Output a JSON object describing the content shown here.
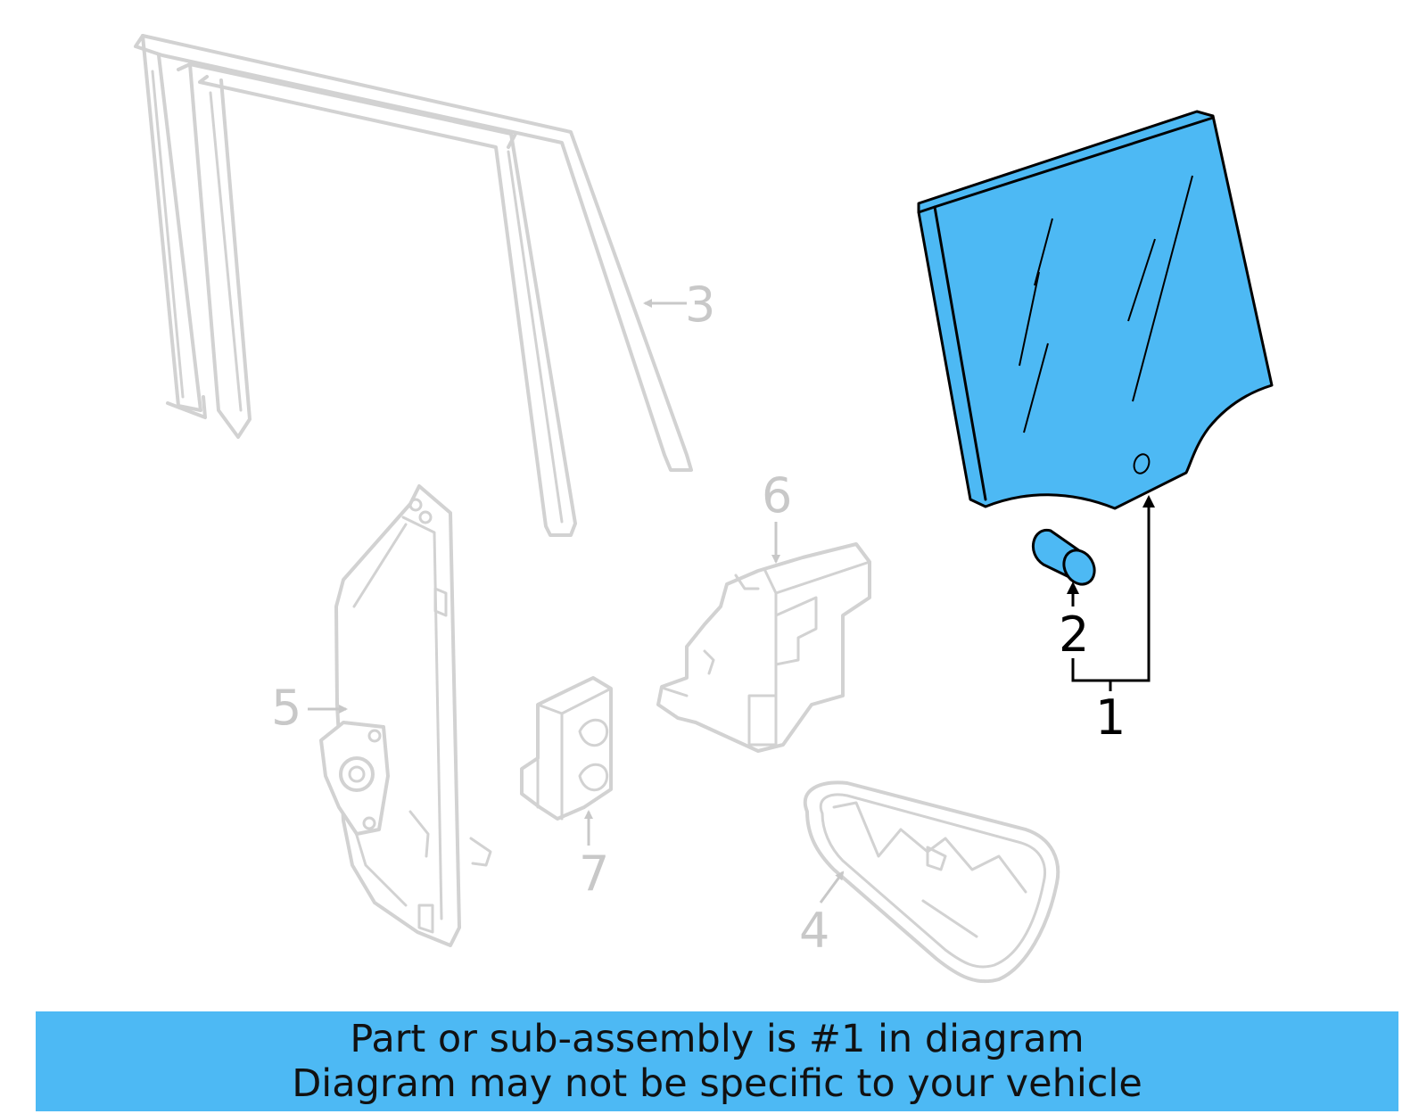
{
  "diagram": {
    "callouts": {
      "c1": "1",
      "c2": "2",
      "c3": "3",
      "c4": "4",
      "c5": "5",
      "c6": "6",
      "c7": "7"
    },
    "highlight_color": "#4db9f4"
  },
  "banner": {
    "line1": "Part or sub-assembly is #1 in diagram",
    "line2": "Diagram may not be specific to your vehicle"
  }
}
